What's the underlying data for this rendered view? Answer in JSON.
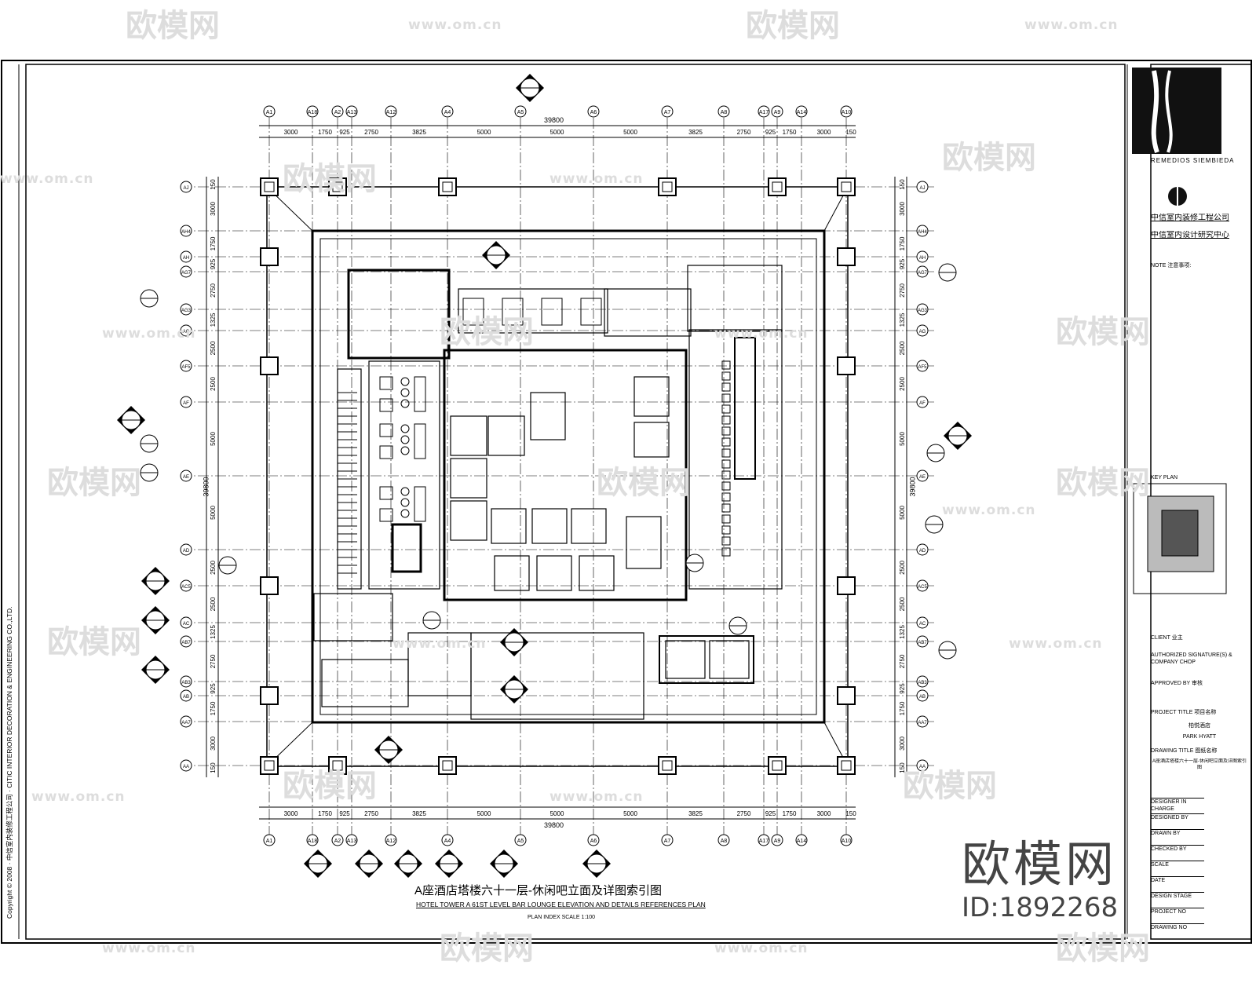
{
  "drawing": {
    "title_cn": "A座酒店塔楼六十一层-休闲吧立面及详图索引图",
    "title_en": "HOTEL TOWER A 61ST LEVEL BAR LOUNGE ELEVATION AND DETAILS REFERENCES PLAN",
    "scale_note": "PLAN INDEX SCALE 1:100",
    "total_dimension": "39800",
    "columns": [
      "A1",
      "A18",
      "A2",
      "A13",
      "A12",
      "A4",
      "A5",
      "A6",
      "A7",
      "A8",
      "A17",
      "A9",
      "A14",
      "A10"
    ],
    "column_dims": [
      "3000",
      "1750",
      "925",
      "2750",
      "3825",
      "5000",
      "5000",
      "5000",
      "3825",
      "2750",
      "925",
      "1750",
      "3000",
      "150"
    ],
    "rows": [
      "AJ",
      "AH4",
      "AH",
      "AG7",
      "AG3",
      "AG",
      "AF5",
      "AF",
      "AE",
      "AD",
      "AC5",
      "AC",
      "AB7",
      "AB3",
      "AB",
      "AA7",
      "AA"
    ],
    "row_dims": [
      "150",
      "3000",
      "1750",
      "925",
      "2750",
      "1325",
      "2500",
      "2500",
      "5000",
      "5000",
      "2500",
      "2500",
      "1325",
      "2750",
      "925",
      "1750",
      "3000",
      "150"
    ],
    "edge_dim": "150"
  },
  "side_text": "Copyright © 2008 · 中信室内装修工程公司 · CITIC INTERIOR DECORATION & ENGINEERING CO.,LTD.",
  "title_block": {
    "logo_text": "REMEDIOS SIEMBIEDA",
    "company_cn_1": "中信室内装修工程公司",
    "company_cn_2": "中信室内设计研究中心",
    "note_label": "NOTE 注意事项:",
    "client_label": "CLIENT 业主",
    "authorized_label": "AUTHORIZED SIGNATURE(S) & COMPANY CHOP",
    "approved_label": "APPROVED BY 审核",
    "project_title_label": "PROJECT TITLE 项目名称",
    "project_name_cn": "柏悦酒店",
    "project_name_en": "PARK HYATT",
    "drawing_title_label": "DRAWING TITLE 图纸名称",
    "fields": [
      "DESIGNER IN CHARGE",
      "DESIGNED BY",
      "DRAWN BY",
      "CHECKED BY",
      "SCALE",
      "DATE",
      "DESIGN STAGE",
      "PROJECT NO",
      "DRAWING NO"
    ],
    "key_plan_label": "KEY PLAN"
  },
  "watermarks": {
    "brand": "欧模网",
    "url": "www.om.cn",
    "id": "ID:1892268"
  }
}
